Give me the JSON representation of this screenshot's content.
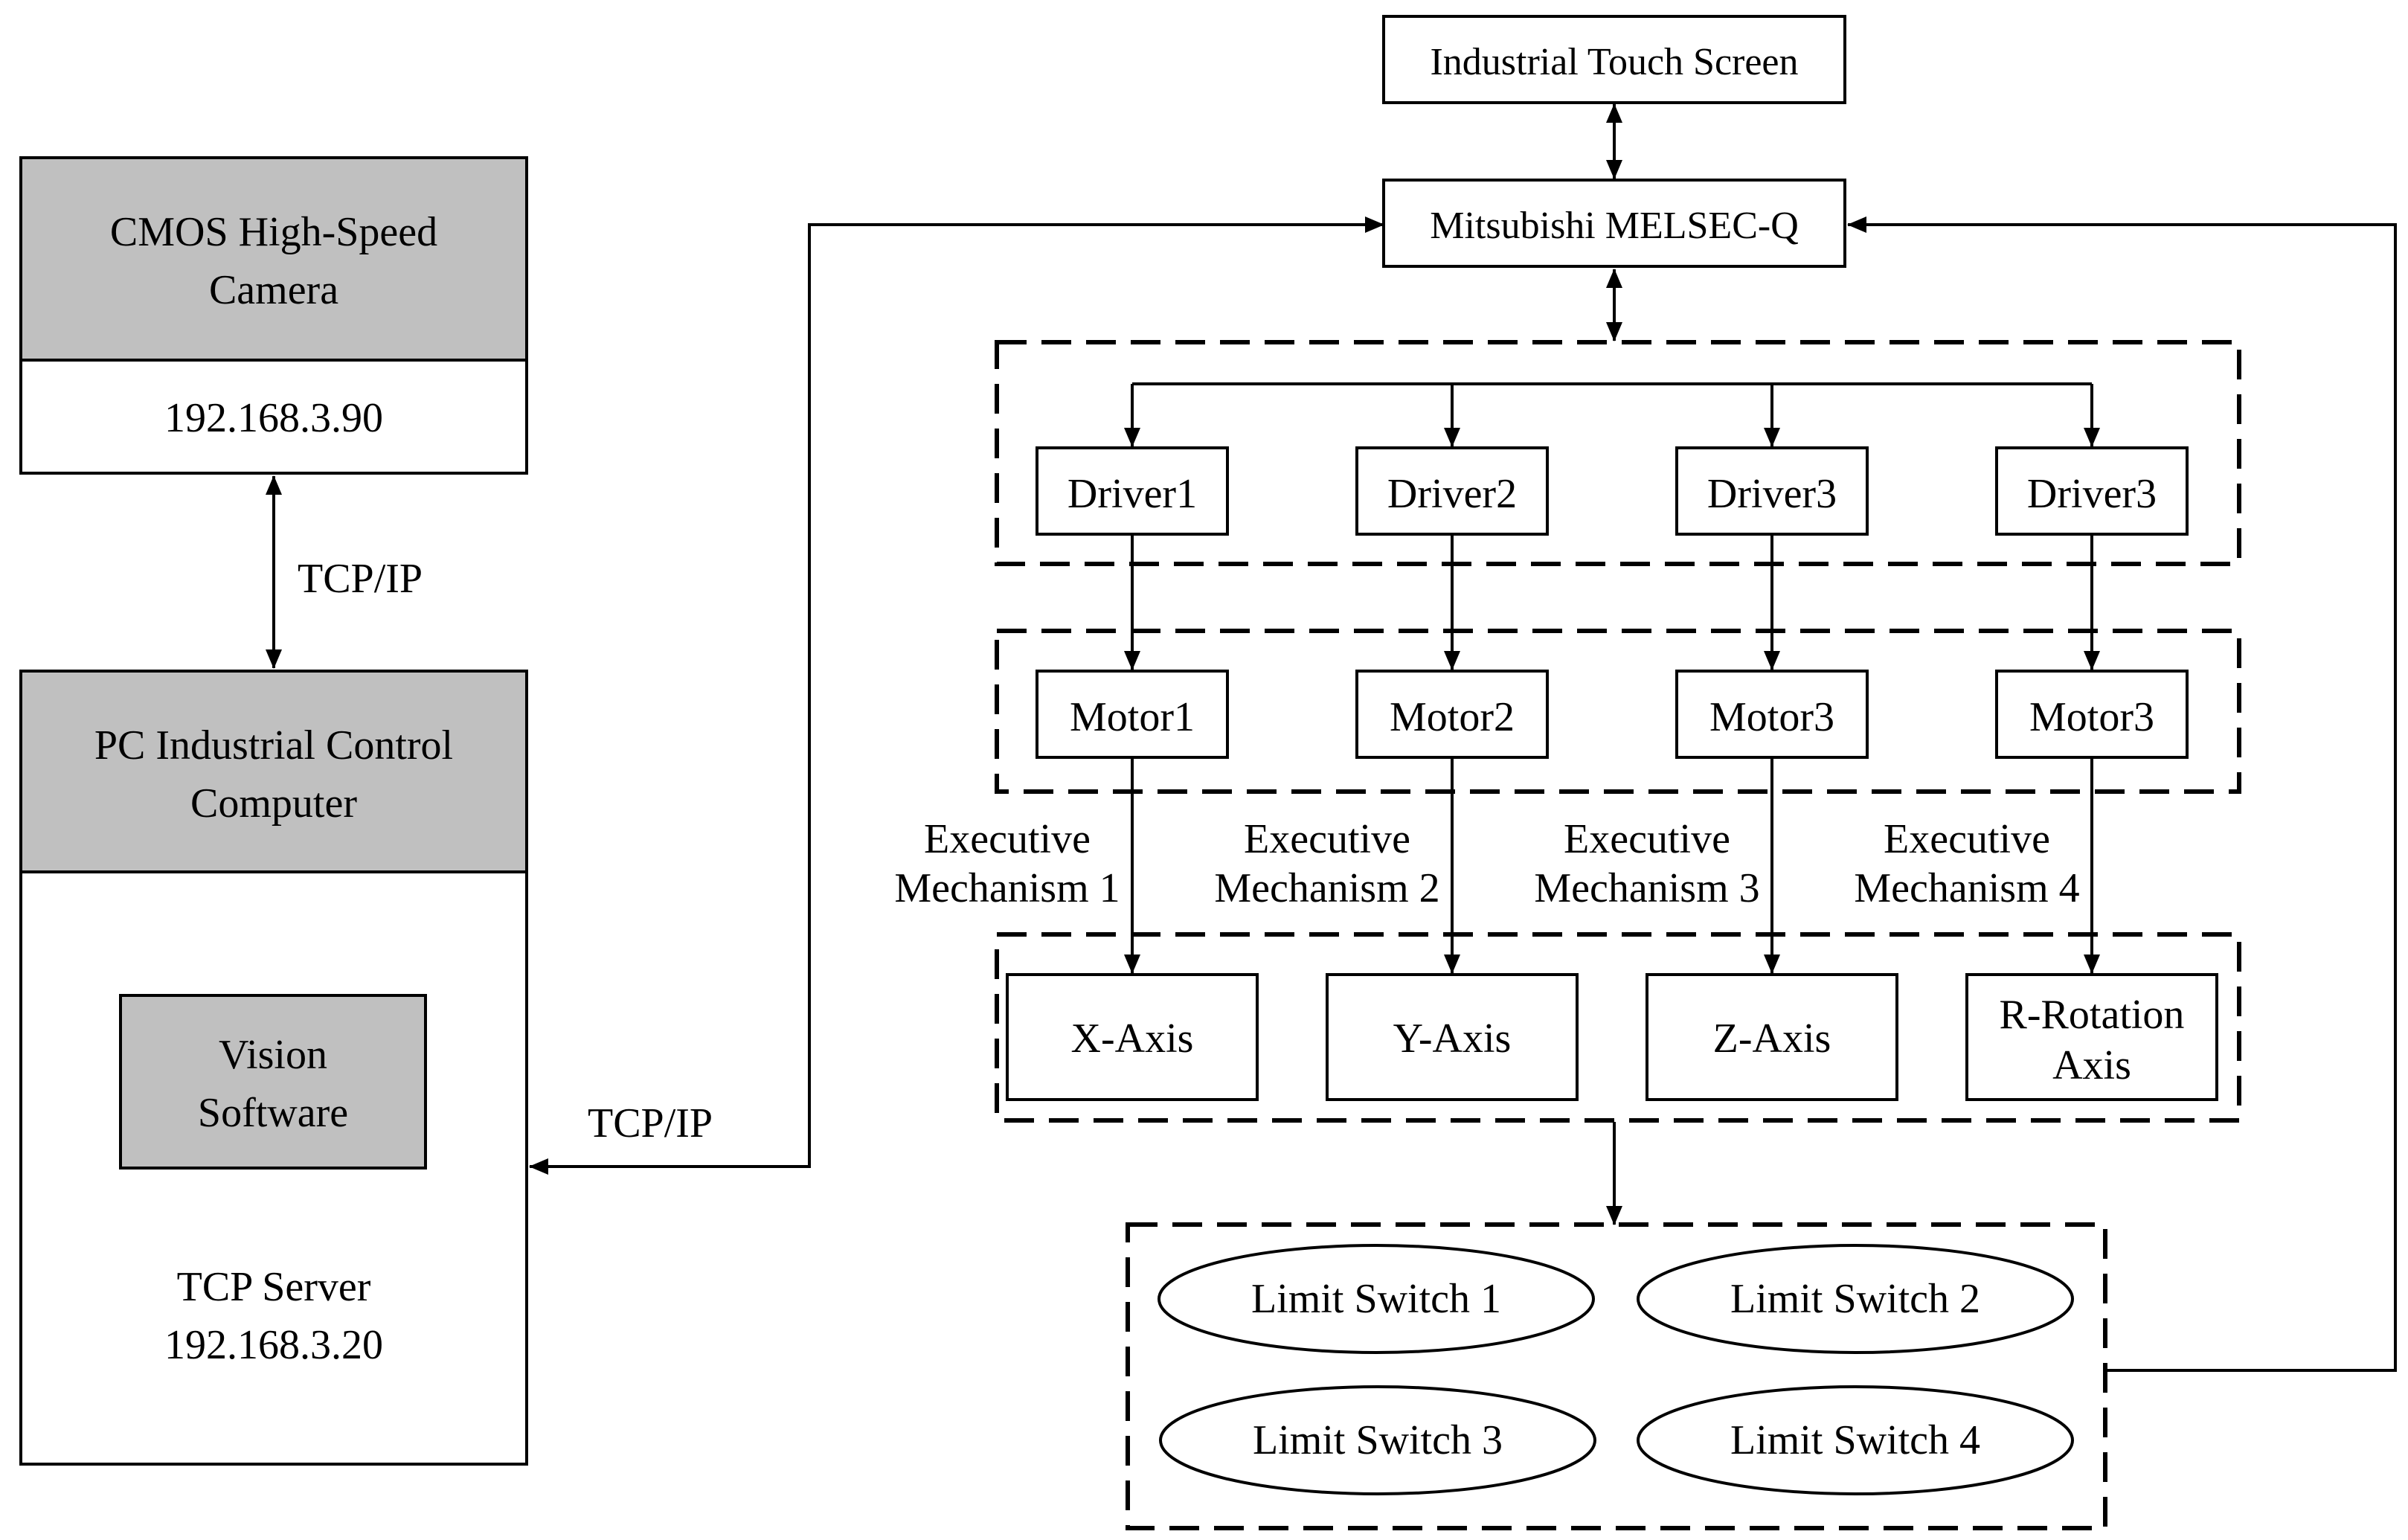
{
  "camera": {
    "title_line1": "CMOS High-Speed",
    "title_line2": "Camera",
    "ip": "192.168.3.90"
  },
  "link_camera_pc": "TCP/IP",
  "pc": {
    "title_line1": "PC Industrial Control",
    "title_line2": "Computer",
    "software_line1": "Vision",
    "software_line2": "Software",
    "server_line1": "TCP Server",
    "server_line2": "192.168.3.20"
  },
  "link_pc_plc": "TCP/IP",
  "touch_screen": "Industrial Touch Screen",
  "plc": "Mitsubishi MELSEC-Q",
  "drivers": [
    "Driver1",
    "Driver2",
    "Driver3",
    "Driver3"
  ],
  "motors": [
    "Motor1",
    "Motor2",
    "Motor3",
    "Motor3"
  ],
  "mechanisms": [
    {
      "line1": "Executive",
      "line2": "Mechanism 1"
    },
    {
      "line1": "Executive",
      "line2": "Mechanism 2"
    },
    {
      "line1": "Executive",
      "line2": "Mechanism 3"
    },
    {
      "line1": "Executive",
      "line2": "Mechanism 4"
    }
  ],
  "axes": [
    {
      "line1": "X-Axis",
      "line2": ""
    },
    {
      "line1": "Y-Axis",
      "line2": ""
    },
    {
      "line1": "Z-Axis",
      "line2": ""
    },
    {
      "line1": "R-Rotation",
      "line2": "Axis"
    }
  ],
  "limit_switches": [
    "Limit Switch 1",
    "Limit Switch 2",
    "Limit Switch 3",
    "Limit Switch 4"
  ]
}
